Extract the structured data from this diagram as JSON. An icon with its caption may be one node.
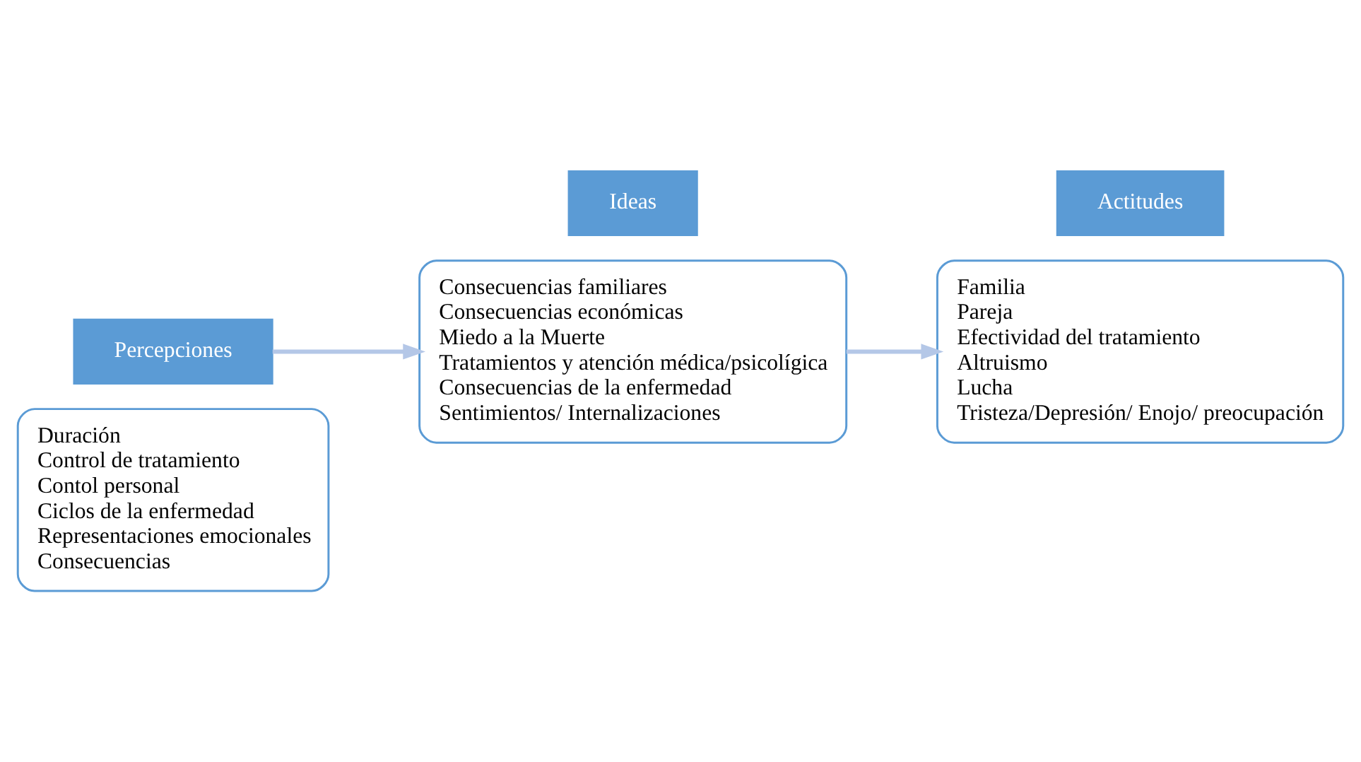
{
  "diagram": {
    "nodes": [
      {
        "text": [
          "Duración",
          "Control de tratamiento",
          "Contol personal",
          "Ciclos de la enfermedad",
          "Representaciones emocionales",
          "Consecuencias"
        ]
      },
      {
        "text": [
          "Percepciones"
        ]
      },
      {
        "text": [
          "Ideas"
        ]
      },
      {
        "text": [
          "Consecuencias familiares",
          "Consecuencias económicas",
          "Miedo a la Muerte",
          "Tratamientos y atención médica/psicolígica",
          "Consecuencias de la enfermedad",
          "Sentimientos/ Internalizaciones"
        ]
      },
      {
        "text": [
          "Familia",
          "Pareja",
          "Efectividad del tratamiento",
          "Altruismo",
          "Lucha",
          "Tristeza/Depresión/ Enojo/ preocupación"
        ]
      },
      {
        "text": [
          "Actitudes"
        ]
      }
    ],
    "edges": [
      {
        "from": 1,
        "to": 3,
        "arrow": "to"
      },
      {
        "from": 3,
        "to": 4,
        "arrow": "to"
      }
    ]
  }
}
